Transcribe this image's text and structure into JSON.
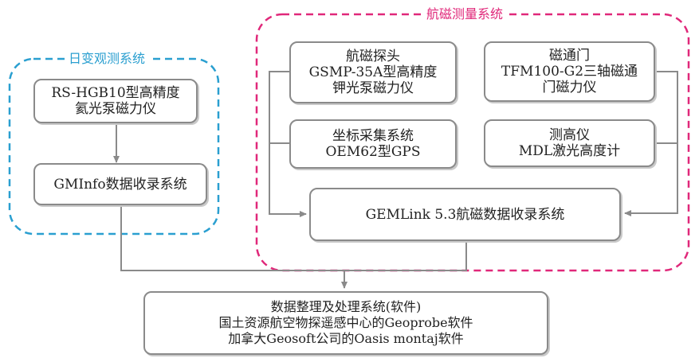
{
  "groups": {
    "diurnal": {
      "title": "日变观测系统",
      "color": "#2a9fd0"
    },
    "aero": {
      "title": "航磁测量系统",
      "color": "#e0287a"
    }
  },
  "nodes": {
    "rs_hgb10": {
      "lines": [
        "RS-HGB10型高精度",
        "氦光泵磁力仪"
      ]
    },
    "gminfo": {
      "lines": [
        "GMInfo数据收录系统"
      ]
    },
    "gsmp": {
      "lines": [
        "航磁探头",
        "GSMP-35A型高精度",
        "钾光泵磁力仪"
      ]
    },
    "tfm": {
      "lines": [
        "磁通门",
        "TFM100-G2三轴磁通",
        "门磁力仪"
      ]
    },
    "gps": {
      "lines": [
        "坐标采集系统",
        "OEM62型GPS"
      ]
    },
    "mdl": {
      "lines": [
        "测高仪",
        "MDL激光高度计"
      ]
    },
    "gemlink": {
      "lines": [
        "GEMLink 5.3航磁数据收录系统"
      ]
    },
    "processing": {
      "lines": [
        "数据整理及处理系统(软件)",
        "国土资源航空物探遥感中心的Geoprobe软件",
        "加拿大Geosoft公司的Oasis montaj软件"
      ]
    }
  }
}
